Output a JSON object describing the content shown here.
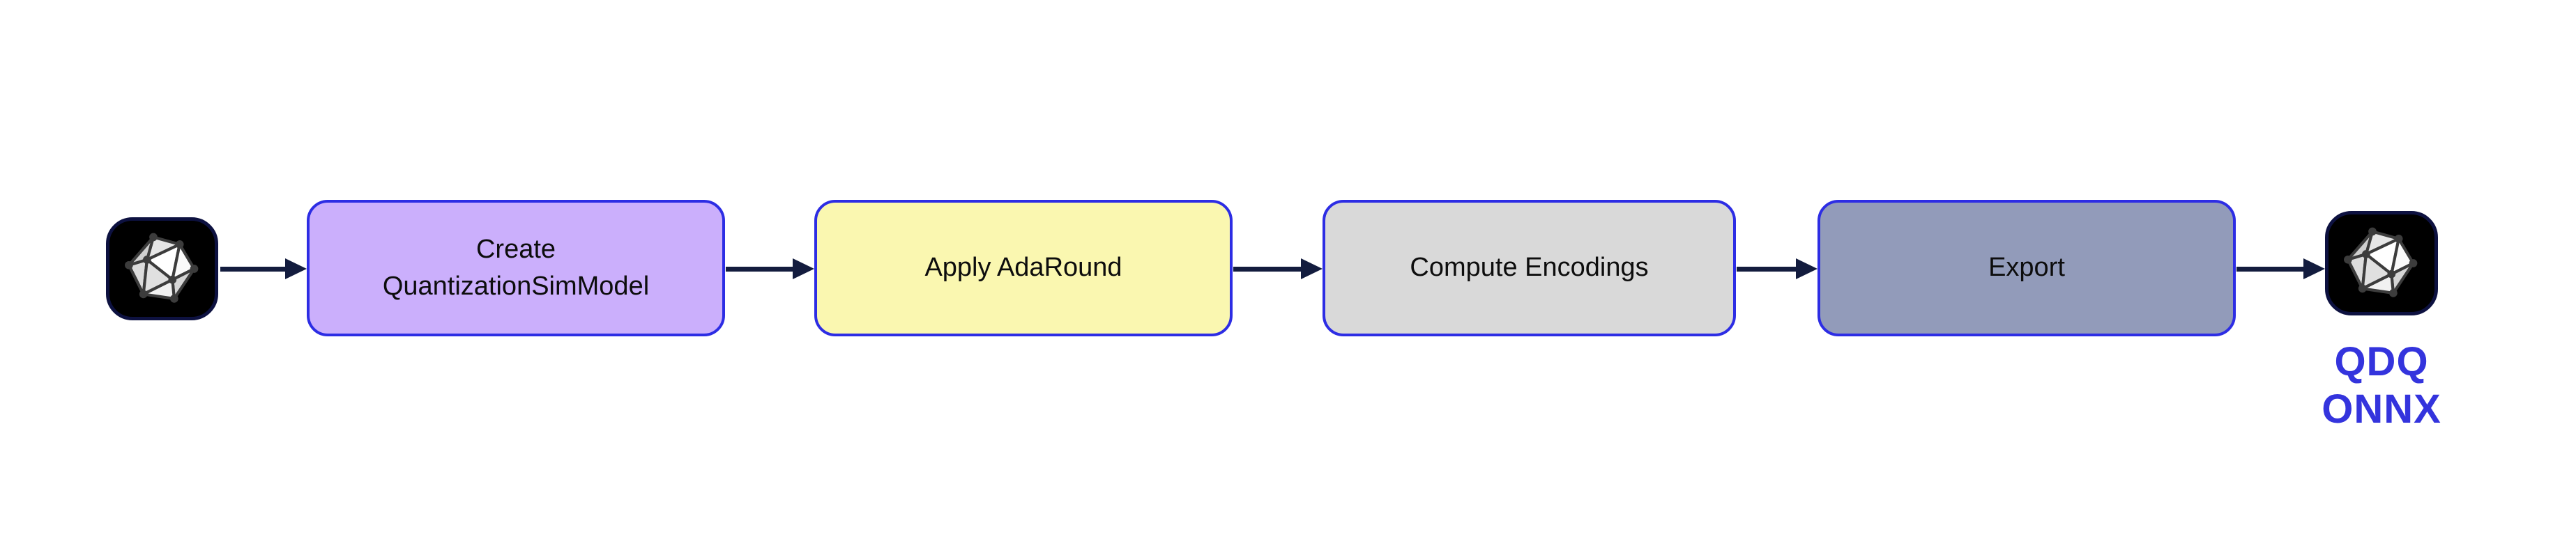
{
  "flow": {
    "source_icon": {
      "name": "onnx-model-icon"
    },
    "steps": [
      {
        "label": "Create\nQuantizationSimModel",
        "fill": "#cbaffc"
      },
      {
        "label": "Apply AdaRound",
        "fill": "#faf7b0"
      },
      {
        "label": "Compute Encodings",
        "fill": "#d9d9d9"
      },
      {
        "label": "Export",
        "fill": "#929bba"
      }
    ],
    "output_icon": {
      "name": "onnx-qdq-output-icon",
      "label": "QDQ\nONNX"
    }
  },
  "colors": {
    "box_border": "#2d2de4",
    "arrow": "#131c3e",
    "step_purple_fill": "#cbaffc",
    "step_yellow_fill": "#faf7b0",
    "step_gray_fill": "#d9d9d9",
    "step_slate_fill": "#929bba",
    "output_label_text": "#3434dd",
    "icon_background": "#000000",
    "icon_border": "#0d1140",
    "step_label_text": "#0d0d0d"
  }
}
